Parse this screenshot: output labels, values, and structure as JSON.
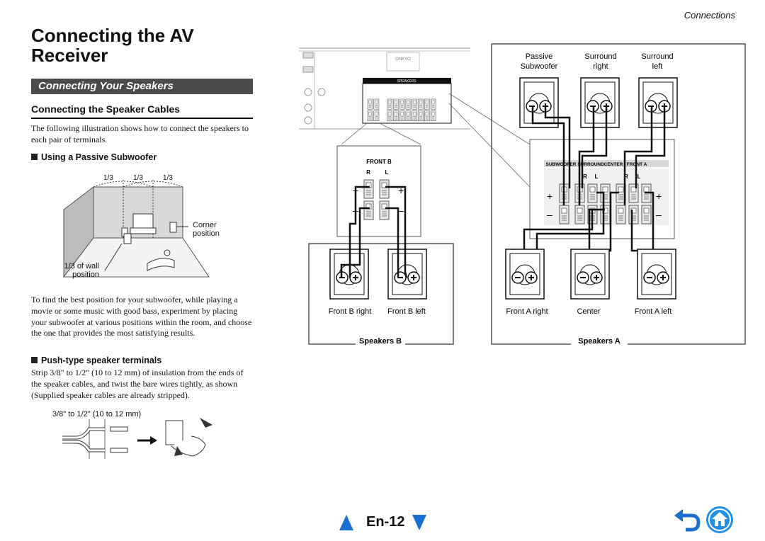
{
  "header": {
    "section": "Connections"
  },
  "title": "Connecting the AV Receiver",
  "banner": "Connecting Your Speakers",
  "subhead": "Connecting the Speaker Cables",
  "intro": "The following illustration shows how to connect the speakers to each pair of terminals.",
  "subwoofer_section": {
    "heading": "Using a Passive Subwoofer",
    "fractions": [
      "1/3",
      "1/3",
      "1/3"
    ],
    "corner_label": "Corner position",
    "wall_label": "1/3 of wall position",
    "body": "To find the best position for your subwoofer, while playing a movie or some music with good bass, experiment by placing your subwoofer at various positions within the room, and choose the one that provides the most satisfying results."
  },
  "push_section": {
    "heading": "Push-type speaker terminals",
    "body": "Strip 3/8\" to 1/2\" (10 to 12 mm) of insulation from the ends of the speaker cables, and twist the bare wires tightly, as shown (Supplied speaker cables are already stripped).",
    "strip_label": "3/8\" to 1/2\" (10 to 12 mm)"
  },
  "diagram": {
    "brand": "ONKYO",
    "panel_speakers_label": "SPEAKERS",
    "front_b": {
      "title": "FRONT B",
      "r": "R",
      "l": "L"
    },
    "terminal_block": {
      "labels": [
        "SUBWOOFER",
        "SURROUND",
        "CENTER",
        "FRONT A"
      ],
      "r1": "R",
      "l1": "L",
      "r2": "R",
      "l2": "L"
    },
    "plus": "+",
    "minus": "–",
    "top_speakers": [
      {
        "line1": "Passive",
        "line2": "Subwoofer"
      },
      {
        "line1": "Surround",
        "line2": "right"
      },
      {
        "line1": "Surround",
        "line2": "left"
      }
    ],
    "speakers_b_labels": [
      "Front B right",
      "Front B left"
    ],
    "speakers_a_labels": [
      "Front A right",
      "Center",
      "Front A left"
    ],
    "speakers_b_title": "Speakers B",
    "speakers_a_title": "Speakers A"
  },
  "footer": {
    "page": "En-12"
  },
  "colors": {
    "banner": "#4a4a4a",
    "nav_blue": "#1a6fd1",
    "home_blue": "#1e90e6"
  }
}
